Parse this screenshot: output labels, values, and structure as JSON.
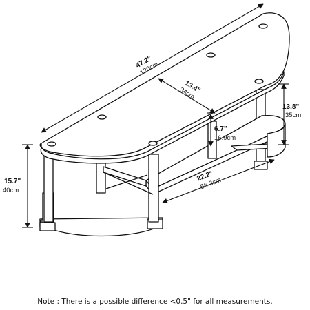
{
  "dimensions": {
    "overall_width": {
      "imperial": "47.2\"",
      "metric": "120cm"
    },
    "depth": {
      "imperial": "13.4\"",
      "metric": "34cm"
    },
    "shelf_gap": {
      "imperial": "6.7\"",
      "metric": "16.9cm"
    },
    "right_height": {
      "imperial": "13.8\"",
      "metric": "35cm"
    },
    "left_height": {
      "imperial": "15.7\"",
      "metric": "40cm"
    },
    "lower_width": {
      "imperial": "22.2\"",
      "metric": "56.3cm"
    }
  },
  "note": "Note : There is a possible difference <0.5\" for all measurements.",
  "colors": {
    "line": "#111111",
    "panel": "#ffffff",
    "hole": "#ffffff"
  },
  "icons": [
    "dimension-arrow-icon"
  ]
}
